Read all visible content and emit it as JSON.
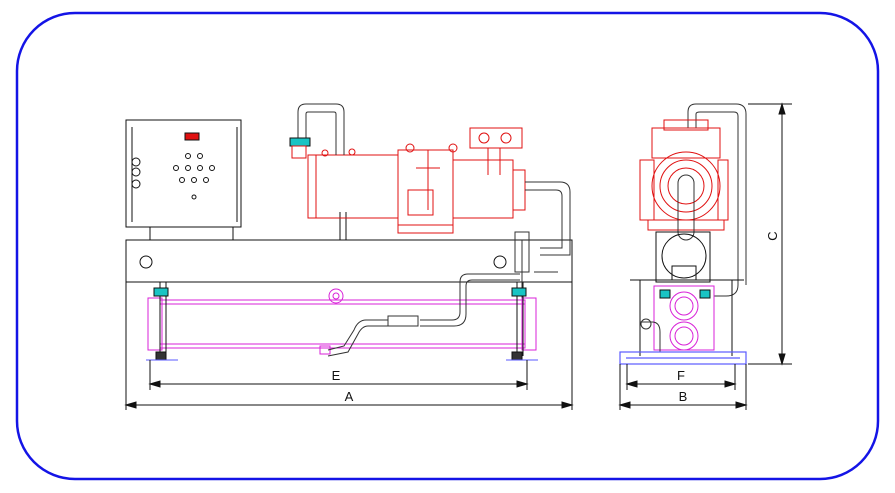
{
  "colors": {
    "frame": "#1414e6",
    "line": "#111111",
    "compressor": "#e01010",
    "heat_exchanger": "#d822d8",
    "pipe": "#333333",
    "fitting": "#19c4c4",
    "base": "#5a5aff"
  },
  "dimensions": {
    "A": "A",
    "B": "B",
    "C": "C",
    "E": "E",
    "F": "F"
  },
  "icons": [
    "control-panel-icon",
    "compressor-icon",
    "shell-tube-exchanger-icon",
    "pump-icon"
  ]
}
